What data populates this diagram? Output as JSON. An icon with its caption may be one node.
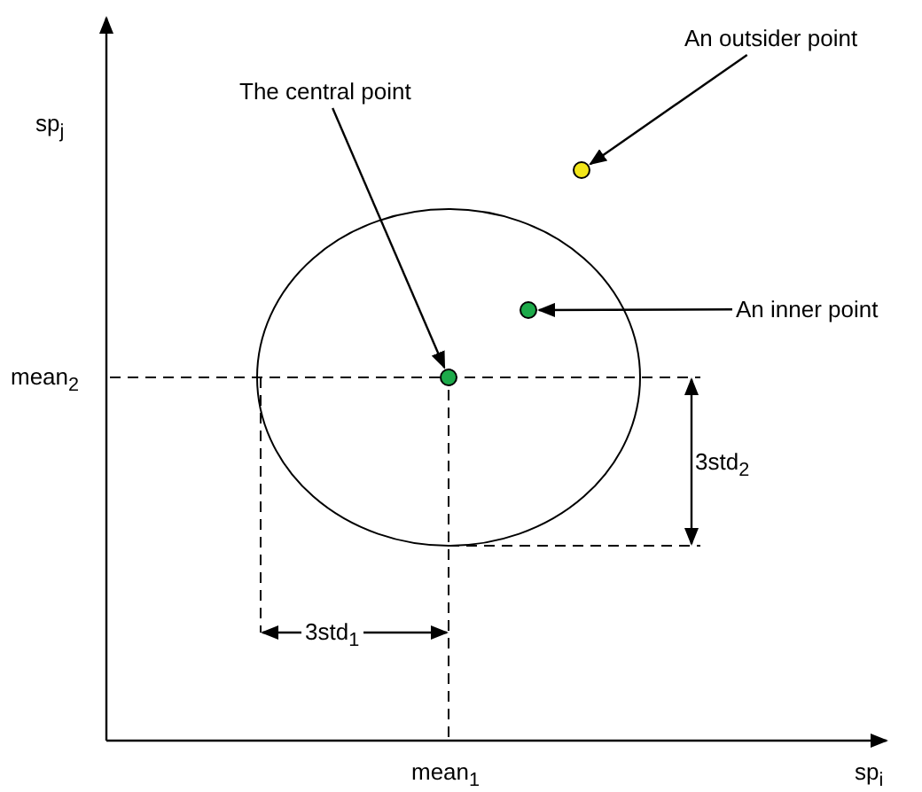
{
  "diagram": {
    "nodes": [
      {
        "text": [
          "The central point"
        ]
      },
      {
        "text": [],
        "shape": "circle"
      },
      {
        "text": [
          "An outsider point"
        ]
      },
      {
        "text": [],
        "shape": "circle"
      },
      {
        "text": [],
        "shape": "circle"
      },
      {
        "text": [
          "An inner point"
        ]
      }
    ],
    "edges": [
      {
        "from": 0,
        "to": 1,
        "arrow": "to"
      },
      {
        "from": 2,
        "to": 3,
        "arrow": "to"
      },
      {
        "from": 5,
        "to": 4,
        "arrow": "to"
      }
    ],
    "labels": [
      "sp$_{j}$",
      "mean$_{2}$",
      "3std$_{2}$",
      "3std$_{1}$",
      "mean$_{1}$",
      "sp$_{i}$"
    ]
  }
}
